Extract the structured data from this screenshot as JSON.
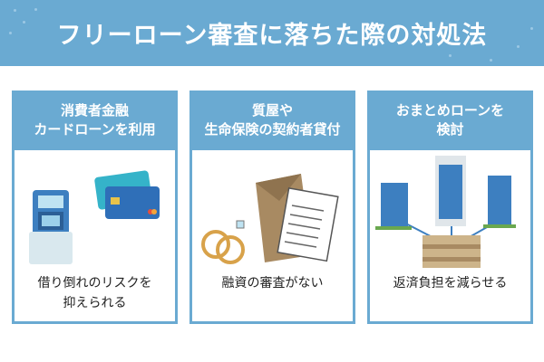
{
  "title": "フリーローン審査に落ちた際の対処法",
  "colors": {
    "accent": "#6aaad2"
  },
  "cards": [
    {
      "head1": "消費者金融",
      "head2": "カードローンを利用",
      "caption1": "借り倒れのリスクを",
      "caption2": "抑えられる",
      "icon": "atm-and-credit-cards-illustration"
    },
    {
      "head1": "質屋や",
      "head2": "生命保険の契約者貸付",
      "caption1": "融資の審査がない",
      "caption2": "",
      "icon": "bag-ring-document-illustration"
    },
    {
      "head1": "おまとめローンを",
      "head2": "検討",
      "caption1": "返済負担を減らせる",
      "caption2": "",
      "icon": "buildings-money-illustration"
    }
  ]
}
